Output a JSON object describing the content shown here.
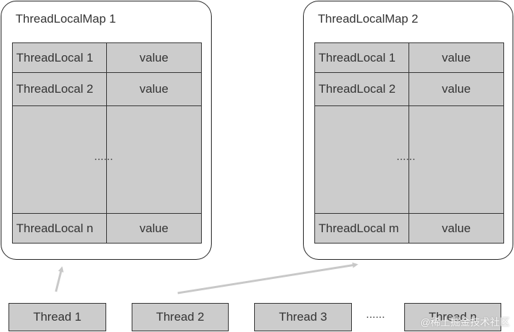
{
  "maps": [
    {
      "title": "ThreadLocalMap 1",
      "rows": [
        {
          "key": "ThreadLocal 1",
          "value": "value"
        },
        {
          "key": "ThreadLocal 2",
          "value": "value"
        },
        {
          "key": "ThreadLocal n",
          "value": "value"
        }
      ],
      "ellipsis": "......"
    },
    {
      "title": "ThreadLocalMap 2",
      "rows": [
        {
          "key": "ThreadLocal 1",
          "value": "value"
        },
        {
          "key": "ThreadLocal 2",
          "value": "value"
        },
        {
          "key": "ThreadLocal m",
          "value": "value"
        }
      ],
      "ellipsis": "......"
    }
  ],
  "threads": [
    "Thread 1",
    "Thread 2",
    "Thread 3",
    "Thread n"
  ],
  "threads_ellipsis": "......",
  "watermark": "@稀土掘金技术社区",
  "colors": {
    "cell_fill": "#cccccc",
    "arrow": "#c8c8c8",
    "border": "#222222"
  }
}
